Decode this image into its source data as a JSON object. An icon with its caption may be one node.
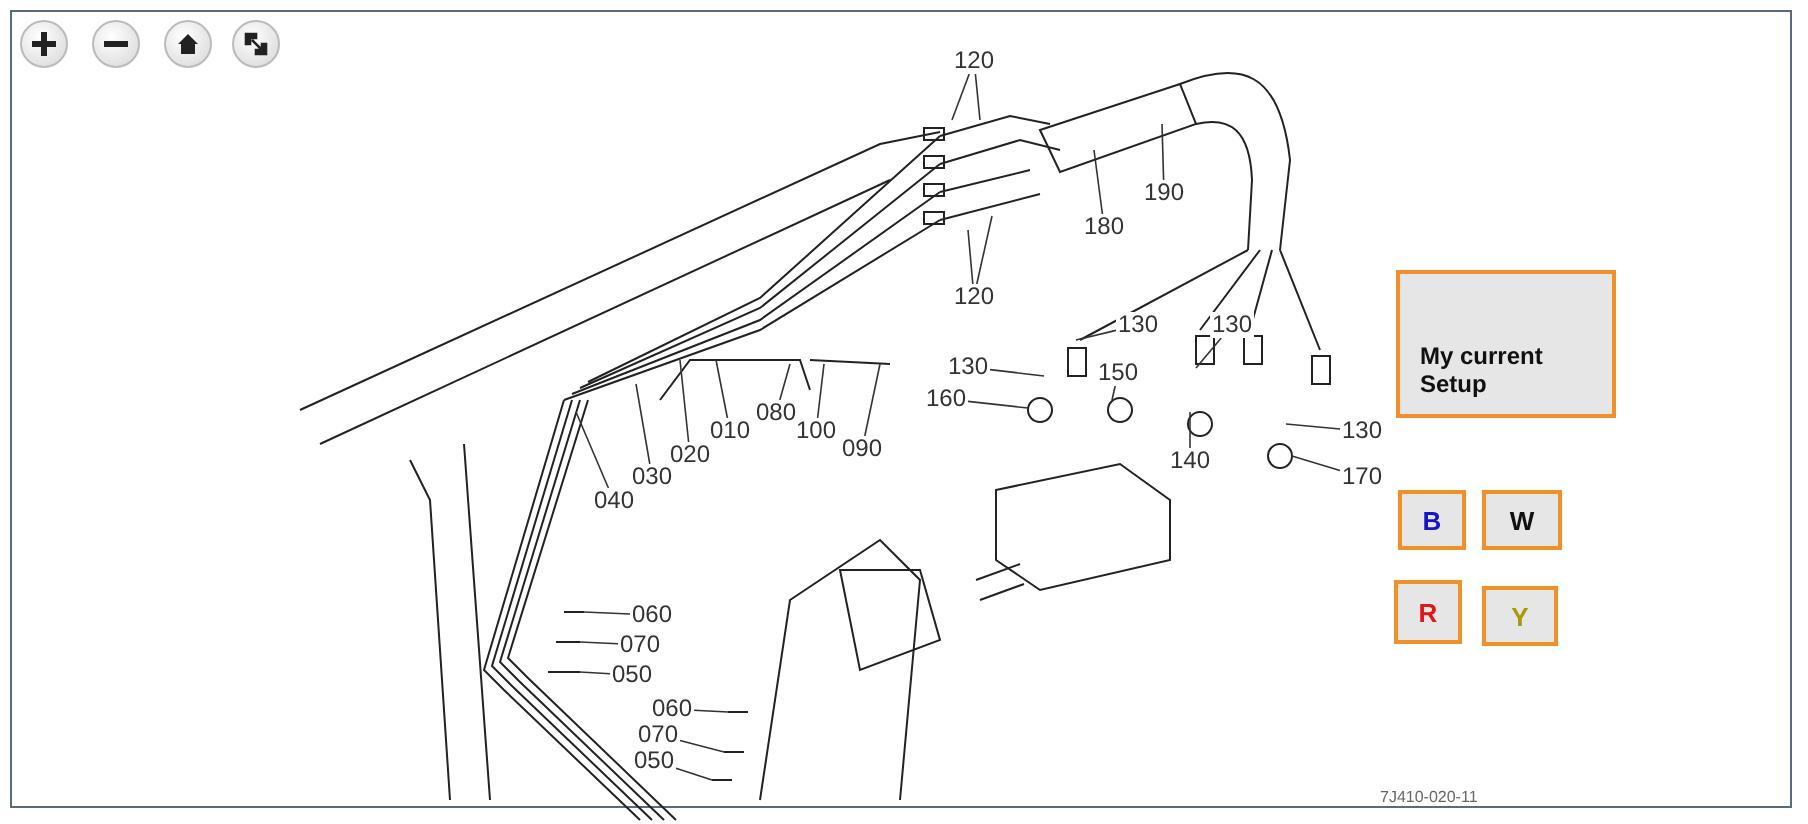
{
  "diagram": {
    "nodes": [
      {
        "text": [
          "120"
        ]
      },
      {
        "text": [
          "190"
        ]
      },
      {
        "text": [
          "180"
        ]
      },
      {
        "text": [
          "120"
        ]
      },
      {
        "text": [
          "130"
        ]
      },
      {
        "text": [
          "130"
        ]
      },
      {
        "text": [
          "130"
        ]
      },
      {
        "text": [
          "150"
        ]
      },
      {
        "text": [
          "160"
        ]
      },
      {
        "text": [
          "010"
        ]
      },
      {
        "text": [
          "080"
        ]
      },
      {
        "text": [
          "100"
        ]
      },
      {
        "text": [
          "090"
        ]
      },
      {
        "text": [
          "130"
        ]
      },
      {
        "text": [
          "020"
        ]
      },
      {
        "text": [
          "140"
        ]
      },
      {
        "text": [
          "170"
        ]
      },
      {
        "text": [
          "030"
        ]
      },
      {
        "text": [
          "040"
        ]
      },
      {
        "text": [
          "060"
        ]
      },
      {
        "text": [
          "070"
        ]
      },
      {
        "text": [
          "050"
        ]
      },
      {
        "text": [
          "060"
        ]
      },
      {
        "text": [
          "070"
        ]
      },
      {
        "text": [
          "050"
        ]
      },
      {
        "text": [
          "My current Setup"
        ]
      },
      {
        "text": [
          "B"
        ]
      },
      {
        "text": [
          "W"
        ]
      },
      {
        "text": [
          "R"
        ]
      },
      {
        "text": [
          "Y"
        ]
      }
    ],
    "edges": [
      {
        "from": 0,
        "to": null,
        "arrow": "none"
      },
      {
        "from": 0,
        "to": null,
        "arrow": "none"
      },
      {
        "from": 1,
        "to": null,
        "arrow": "none"
      },
      {
        "from": 2,
        "to": null,
        "arrow": "none"
      },
      {
        "from": 3,
        "to": null,
        "arrow": "none"
      },
      {
        "from": 3,
        "to": null,
        "arrow": "none"
      },
      {
        "from": 4,
        "to": null,
        "arrow": "none"
      },
      {
        "from": 5,
        "to": null,
        "arrow": "none"
      },
      {
        "from": 6,
        "to": null,
        "arrow": "none"
      },
      {
        "from": 7,
        "to": null,
        "arrow": "none"
      },
      {
        "from": 8,
        "to": null,
        "arrow": "none"
      },
      {
        "from": 9,
        "to": null,
        "arrow": "none"
      },
      {
        "from": 10,
        "to": null,
        "arrow": "none"
      },
      {
        "from": 11,
        "to": null,
        "arrow": "none"
      },
      {
        "from": 12,
        "to": null,
        "arrow": "none"
      },
      {
        "from": 13,
        "to": null,
        "arrow": "none"
      },
      {
        "from": 14,
        "to": null,
        "arrow": "none"
      },
      {
        "from": 15,
        "to": null,
        "arrow": "none"
      },
      {
        "from": 16,
        "to": null,
        "arrow": "none"
      },
      {
        "from": 17,
        "to": null,
        "arrow": "none"
      },
      {
        "from": 18,
        "to": null,
        "arrow": "none"
      },
      {
        "from": 19,
        "to": null,
        "arrow": "none"
      },
      {
        "from": 20,
        "to": null,
        "arrow": "none"
      },
      {
        "from": 21,
        "to": null,
        "arrow": "none"
      },
      {
        "from": 22,
        "to": null,
        "arrow": "none"
      },
      {
        "from": 23,
        "to": null,
        "arrow": "none"
      },
      {
        "from": 24,
        "to": null,
        "arrow": "none"
      }
    ],
    "labels": [
      "7J410-020-11"
    ]
  }
}
